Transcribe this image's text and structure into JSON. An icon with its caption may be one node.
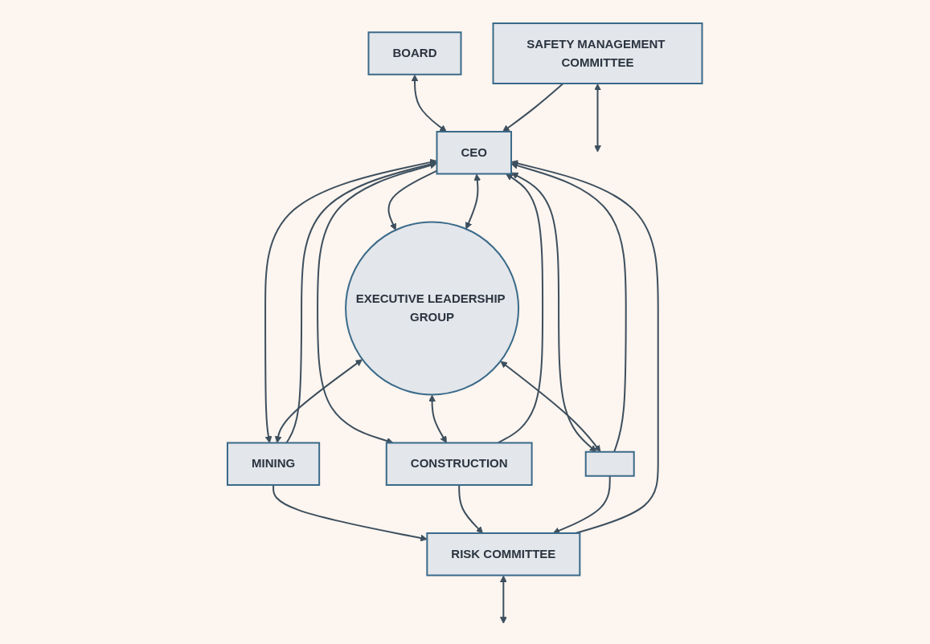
{
  "diagram": {
    "nodes": [
      {
        "text": [
          "BOARD"
        ]
      },
      {
        "text": [
          "CEO"
        ]
      },
      {
        "text": [
          "SAFETY MANAGEMENT COMMITTEE"
        ]
      },
      {
        "text": [
          "RISK COMMITTEE"
        ]
      },
      {
        "text": [
          "EXECUTIVE LEADERSHIP GROUP"
        ]
      },
      {
        "text": [
          "MINING"
        ]
      },
      {
        "text": [
          "CONSTRUCTION"
        ]
      },
      {
        "text": [],
        "shape": "box"
      }
    ],
    "edges": [
      {
        "from": 0,
        "to": 1,
        "arrow": "both"
      },
      {
        "from": 1,
        "to": 4,
        "arrow": "to"
      },
      {
        "from": 1,
        "to": 4,
        "arrow": "both"
      },
      {
        "from": 2,
        "to": null,
        "arrow": "both"
      },
      {
        "from": 3,
        "to": null,
        "arrow": "both"
      },
      {
        "from": 1,
        "to": 5,
        "arrow": "both"
      },
      {
        "from": 1,
        "to": 6,
        "arrow": "both"
      },
      {
        "from": 1,
        "to": 7,
        "arrow": "both"
      },
      {
        "from": 4,
        "to": 5,
        "arrow": "both"
      },
      {
        "from": 4,
        "to": 6,
        "arrow": "both"
      },
      {
        "from": 4,
        "to": 7,
        "arrow": "both"
      },
      {
        "from": 5,
        "to": 3,
        "arrow": "to"
      },
      {
        "from": 6,
        "to": 3,
        "arrow": "to"
      },
      {
        "from": 7,
        "to": 3,
        "arrow": "to"
      },
      {
        "from": 5,
        "to": 1,
        "arrow": "to"
      },
      {
        "from": 6,
        "to": 1,
        "arrow": "to"
      },
      {
        "from": 7,
        "to": 1,
        "arrow": "to"
      },
      {
        "from": 2,
        "to": 1,
        "arrow": "to"
      },
      {
        "from": 3,
        "to": 1,
        "arrow": "to"
      }
    ]
  }
}
